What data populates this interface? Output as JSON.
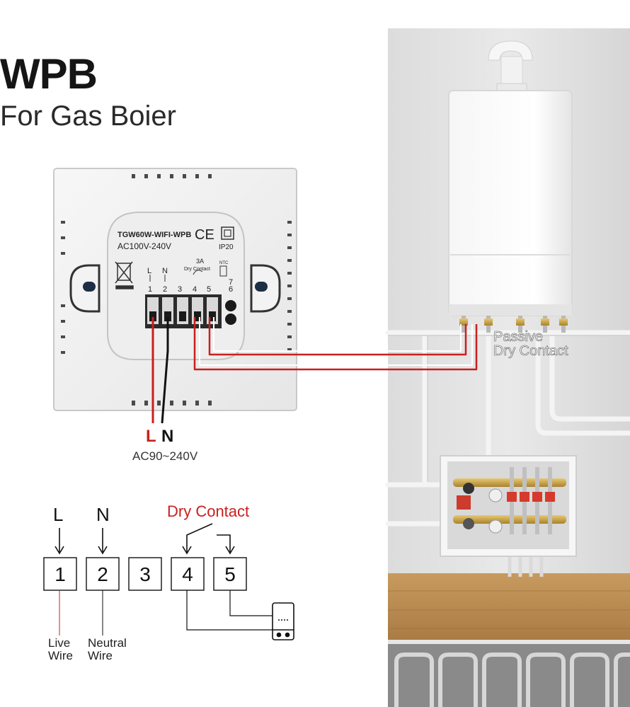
{
  "header": {
    "title": "WPB",
    "subtitle": "For Gas Boier"
  },
  "device": {
    "model": "TGW60W-WIFI-WPB",
    "ce_mark": "CE",
    "ip_rating": "IP20",
    "voltage": "AC100V-240V",
    "current": "3A",
    "dry_contact": "Dry Contact",
    "ntc": "NTC",
    "terminal_letters": [
      "L",
      "N"
    ],
    "terminal_numbers": [
      "1",
      "2",
      "3",
      "4",
      "5"
    ],
    "ntc_numbers": [
      "7",
      "6"
    ]
  },
  "wires": {
    "live_letter": "L",
    "neutral_letter": "N",
    "supply_voltage": "AC90~240V"
  },
  "boiler": {
    "label_line1": "Passive",
    "label_line2": "Dry Contact"
  },
  "schematic": {
    "top_labels": [
      "L",
      "N"
    ],
    "dry_contact_label": "Dry Contact",
    "terminals": [
      "1",
      "2",
      "3",
      "4",
      "5"
    ],
    "live_label_line1": "Live",
    "live_label_line2": "Wire",
    "neutral_label_line1": "Neutral",
    "neutral_label_line2": "Wire"
  },
  "colors": {
    "accent_red": "#c8201f",
    "wire_black": "#111111",
    "device_white": "#f1f1f1"
  }
}
